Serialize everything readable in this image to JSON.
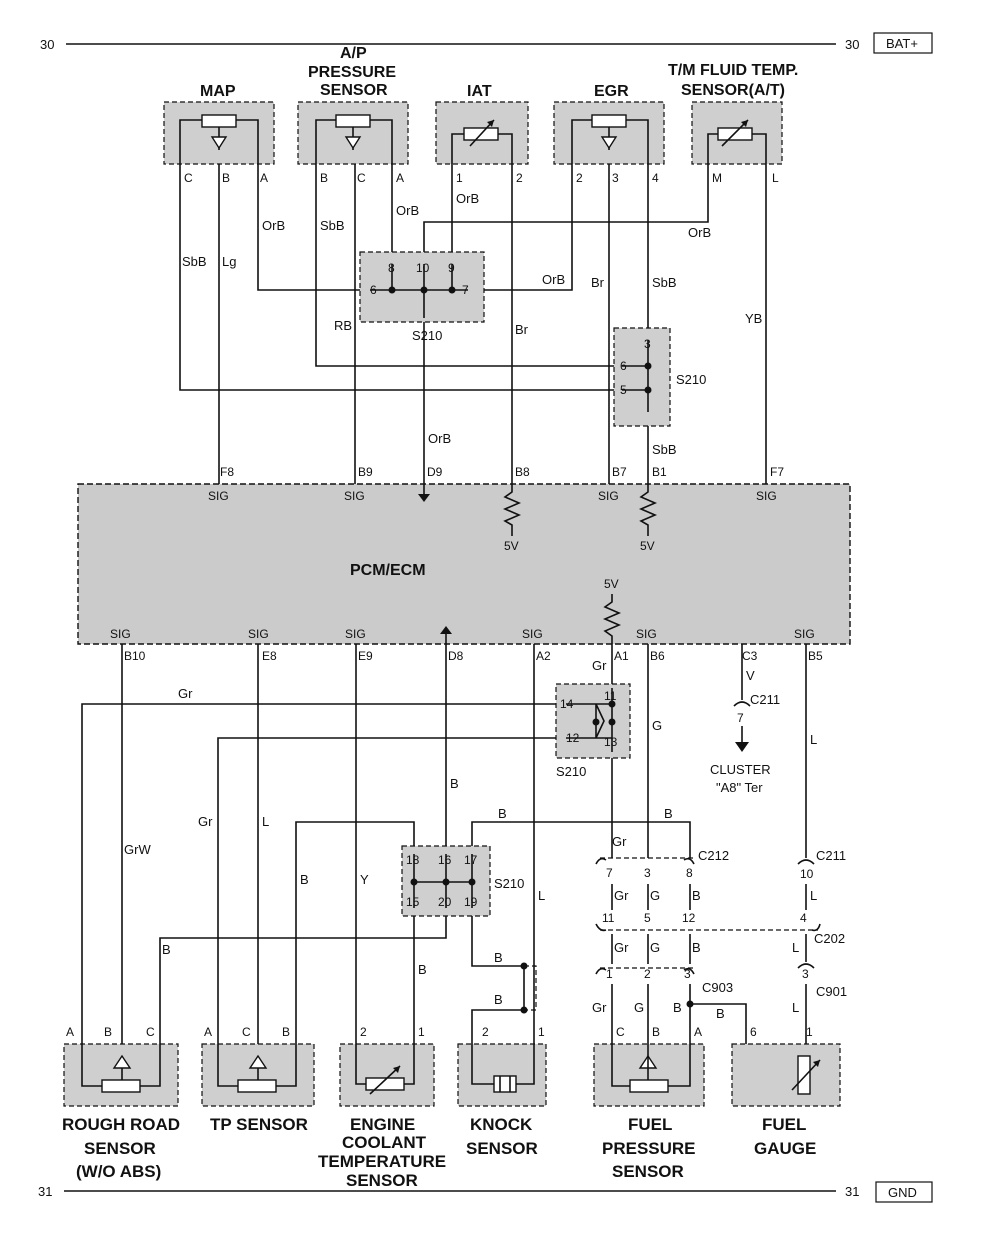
{
  "rails": {
    "top_left_num": "30",
    "top_right_num": "30",
    "top_label": "BAT+",
    "bottom_left_num": "31",
    "bottom_right_num": "31",
    "bottom_label": "GND"
  },
  "top_sensors": {
    "map": "MAP",
    "ap_line1": "A/P",
    "ap_line2": "PRESSURE",
    "ap_line3": "SENSOR",
    "iat": "IAT",
    "egr": "EGR",
    "tm_line1": "T/M FLUID TEMP.",
    "tm_line2": "SENSOR(A/T)"
  },
  "top_pins": {
    "map": [
      "C",
      "B",
      "A"
    ],
    "ap": [
      "B",
      "C",
      "A"
    ],
    "iat": [
      "1",
      "2"
    ],
    "egr": [
      "2",
      "3",
      "4"
    ],
    "tm": [
      "M",
      "L"
    ]
  },
  "wire_colors": {
    "orb": "OrB",
    "sbb": "SbB",
    "lg": "Lg",
    "rb": "RB",
    "br": "Br",
    "yb": "YB",
    "gr": "Gr",
    "g": "G",
    "grw": "GrW",
    "l": "L",
    "b": "B",
    "y": "Y",
    "v": "V"
  },
  "splices": {
    "s210": "S210"
  },
  "splice_pins": {
    "top_a": [
      "8",
      "10",
      "9"
    ],
    "top_b": [
      "6",
      "7"
    ],
    "right_a": [
      "3",
      "6",
      "5"
    ],
    "mid": [
      "14",
      "11",
      "12",
      "13"
    ],
    "lower": [
      "18",
      "16",
      "17",
      "15",
      "20",
      "19"
    ]
  },
  "pcm": {
    "title": "PCM/ECM",
    "sig": "SIG",
    "five_v": "5V",
    "top_pins": [
      "F8",
      "B9",
      "D9",
      "B8",
      "B7",
      "B1",
      "F7"
    ],
    "bottom_pins": [
      "B10",
      "E8",
      "E9",
      "D8",
      "A2",
      "A1",
      "B6",
      "C3",
      "B5"
    ]
  },
  "connectors": {
    "c211": "C211",
    "c212": "C212",
    "c202": "C202",
    "c903": "C903",
    "c901": "C901",
    "c212_pins": [
      "7",
      "3",
      "8"
    ],
    "c202_pins": [
      "11",
      "5",
      "12",
      "4"
    ],
    "c903_pins": [
      "1",
      "2",
      "3"
    ],
    "c211_pin": "7",
    "c211b_pin": "10",
    "c901_pin": "3"
  },
  "cluster": {
    "line1": "CLUSTER",
    "line2": "\"A8\" Ter"
  },
  "bottom_sensors": {
    "rough_line1": "ROUGH ROAD",
    "rough_line2": "SENSOR",
    "rough_line3": "(W/O ABS)",
    "tp": "TP SENSOR",
    "ect_line1": "ENGINE",
    "ect_line2": "COOLANT",
    "ect_line3": "TEMPERATURE",
    "ect_line4": "SENSOR",
    "knock_line1": "KNOCK",
    "knock_line2": "SENSOR",
    "fps_line1": "FUEL",
    "fps_line2": "PRESSURE",
    "fps_line3": "SENSOR",
    "gauge_line1": "FUEL",
    "gauge_line2": "GAUGE"
  },
  "bottom_pins": {
    "rough": [
      "A",
      "B",
      "C"
    ],
    "tp": [
      "A",
      "C",
      "B"
    ],
    "ect": [
      "2",
      "1"
    ],
    "knock": [
      "2",
      "1"
    ],
    "fps": [
      "C",
      "B",
      "A"
    ],
    "gauge": [
      "6",
      "1"
    ]
  }
}
